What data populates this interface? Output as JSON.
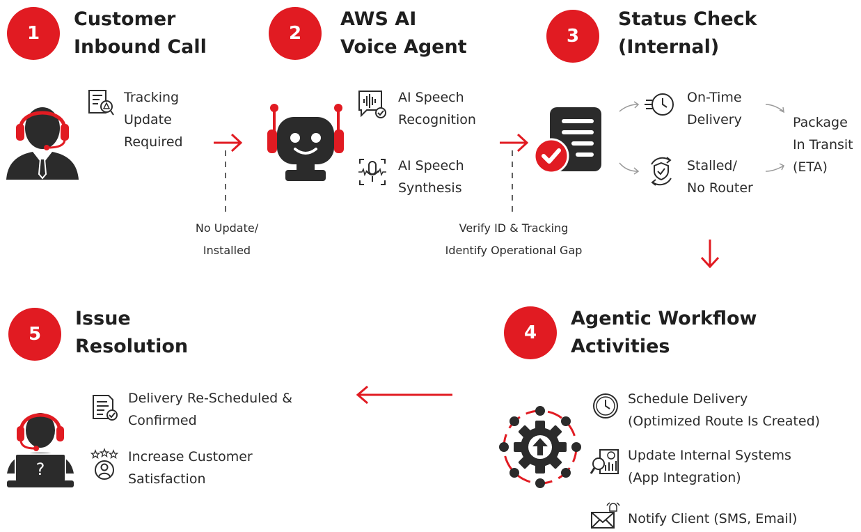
{
  "steps": [
    {
      "number": "1",
      "title_line1": "Customer",
      "title_line2": "Inbound Call"
    },
    {
      "number": "2",
      "title_line1": "AWS AI",
      "title_line2": "Voice Agent"
    },
    {
      "number": "3",
      "title_line1": "Status Check",
      "title_line2": "(Internal)"
    },
    {
      "number": "4",
      "title_line1": "Agentic Workflow",
      "title_line2": "Activities"
    },
    {
      "number": "5",
      "title_line1": "Issue",
      "title_line2": "Resolution"
    }
  ],
  "step1": {
    "item_line1": "Tracking",
    "item_line2": "Update",
    "item_line3": "Required",
    "note_line1": "No Update/",
    "note_line2": "Installed"
  },
  "step2": {
    "item1_line1": "AI Speech",
    "item1_line2": "Recognition",
    "item2_line1": "AI Speech",
    "item2_line2": "Synthesis",
    "note_line1": "Verify ID & Tracking",
    "note_line2": "Identify Operational Gap"
  },
  "step3": {
    "branch1_line1": "On-Time",
    "branch1_line2": "Delivery",
    "branch2_line1": "Stalled/",
    "branch2_line2": "No Router",
    "result_line1": "Package",
    "result_line2": "In Transit",
    "result_line3": "(ETA)"
  },
  "step4": {
    "item1_line1": "Schedule Delivery",
    "item1_line2": "(Optimized Route Is Created)",
    "item2_line1": "Update Internal Systems",
    "item2_line2": "(App Integration)",
    "item3_line1": "Notify Client (SMS, Email)"
  },
  "step5": {
    "item1_line1": "Delivery Re-Scheduled &",
    "item1_line2": "Confirmed",
    "item2_line1": "Increase Customer",
    "item2_line2": "Satisfaction"
  },
  "colors": {
    "accent": "#e11b22",
    "dark": "#2b2b2b",
    "gray": "#9a9a9a"
  }
}
